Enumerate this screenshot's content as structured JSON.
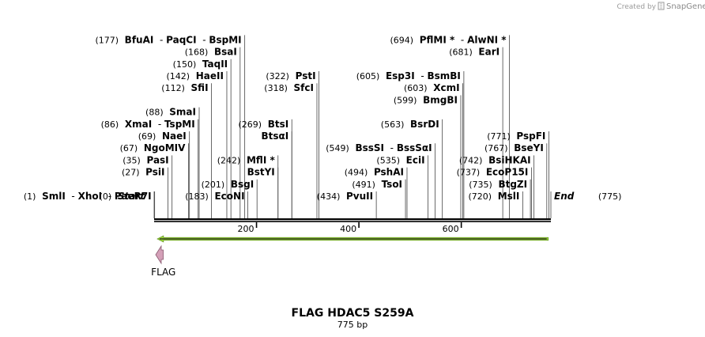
{
  "branding": {
    "created_by": "Created by",
    "name": "SnapGene"
  },
  "title": "FLAG HDAC5 S259A",
  "length_label": "775 bp",
  "sequence_length": 775,
  "scale_ticks": [
    {
      "bp": 200,
      "label": "200"
    },
    {
      "bp": 400,
      "label": "400"
    },
    {
      "bp": 600,
      "label": "600"
    }
  ],
  "ends": {
    "start": {
      "pos": "(0)",
      "name": "Start",
      "bp": 0
    },
    "end": {
      "pos": "(775)",
      "name": "End",
      "bp": 775
    }
  },
  "features": [
    {
      "name": "FLAG",
      "start": 0,
      "end": 24,
      "color": "#d4a0b8",
      "direction": "reverse"
    }
  ],
  "orf": {
    "start": 6,
    "end": 770,
    "color": "#9ad638",
    "direction": "reverse"
  },
  "sites": [
    {
      "pos": "(1)",
      "names": [
        "SmlI",
        "XhoI",
        "PaeR7I"
      ],
      "bp": 1,
      "row": 1,
      "side": "L"
    },
    {
      "pos": "(27)",
      "names": [
        "PsiI"
      ],
      "bp": 27,
      "row": 3,
      "side": "L"
    },
    {
      "pos": "(35)",
      "names": [
        "PasI"
      ],
      "bp": 35,
      "row": 4,
      "side": "L"
    },
    {
      "pos": "(67)",
      "names": [
        "NgoMIV"
      ],
      "bp": 67,
      "row": 5,
      "side": "L"
    },
    {
      "pos": "(69)",
      "names": [
        "NaeI"
      ],
      "bp": 69,
      "row": 6,
      "side": "L"
    },
    {
      "pos": "(86)",
      "names": [
        "XmaI",
        "TspMI"
      ],
      "bp": 86,
      "row": 7,
      "side": "L"
    },
    {
      "pos": "(88)",
      "names": [
        "SmaI"
      ],
      "bp": 88,
      "row": 8,
      "side": "L"
    },
    {
      "pos": "(112)",
      "names": [
        "SfiI"
      ],
      "bp": 112,
      "row": 10,
      "side": "L"
    },
    {
      "pos": "(142)",
      "names": [
        "HaeII"
      ],
      "bp": 142,
      "row": 11,
      "side": "L"
    },
    {
      "pos": "(150)",
      "names": [
        "TaqII"
      ],
      "bp": 150,
      "row": 12,
      "side": "L"
    },
    {
      "pos": "(168)",
      "names": [
        "BsaI"
      ],
      "bp": 168,
      "row": 13,
      "side": "L"
    },
    {
      "pos": "(177)",
      "names": [
        "BfuAI",
        "PaqCI",
        "BspMI"
      ],
      "bp": 177,
      "row": 14,
      "side": "L"
    },
    {
      "pos": "(183)",
      "names": [
        "EcoNI"
      ],
      "bp": 183,
      "row": 1,
      "side": "L"
    },
    {
      "pos": "(201)",
      "names": [
        "BsgI"
      ],
      "bp": 201,
      "row": 2,
      "side": "L"
    },
    {
      "pos": "(242)",
      "names": [
        "MflI *"
      ],
      "bp": 242,
      "row": 4,
      "side": "L"
    },
    {
      "pos": "",
      "names": [
        "BstYI"
      ],
      "bp": 242,
      "row": 3,
      "side": "L"
    },
    {
      "pos": "(269)",
      "names": [
        "BtsI"
      ],
      "bp": 269,
      "row": 7,
      "side": "L"
    },
    {
      "pos": "",
      "names": [
        "BtsαI"
      ],
      "bp": 269,
      "row": 6,
      "side": "L"
    },
    {
      "pos": "(318)",
      "names": [
        "SfcI"
      ],
      "bp": 318,
      "row": 10,
      "side": "L"
    },
    {
      "pos": "(322)",
      "names": [
        "PstI"
      ],
      "bp": 322,
      "row": 11,
      "side": "L"
    },
    {
      "pos": "(434)",
      "names": [
        "PvuII"
      ],
      "bp": 434,
      "row": 1,
      "side": "L"
    },
    {
      "pos": "(491)",
      "names": [
        "TsoI"
      ],
      "bp": 491,
      "row": 2,
      "side": "L"
    },
    {
      "pos": "(494)",
      "names": [
        "PshAI"
      ],
      "bp": 494,
      "row": 3,
      "side": "L"
    },
    {
      "pos": "(535)",
      "names": [
        "EciI"
      ],
      "bp": 535,
      "row": 4,
      "side": "L"
    },
    {
      "pos": "(549)",
      "names": [
        "BssSI",
        "BssSαI"
      ],
      "bp": 549,
      "row": 5,
      "side": "L"
    },
    {
      "pos": "(563)",
      "names": [
        "BsrDI"
      ],
      "bp": 563,
      "row": 7,
      "side": "L"
    },
    {
      "pos": "(599)",
      "names": [
        "BmgBI"
      ],
      "bp": 599,
      "row": 9,
      "side": "L"
    },
    {
      "pos": "(603)",
      "names": [
        "XcmI"
      ],
      "bp": 603,
      "row": 10,
      "side": "L"
    },
    {
      "pos": "(605)",
      "names": [
        "Esp3I",
        "BsmBI"
      ],
      "bp": 605,
      "row": 11,
      "side": "L"
    },
    {
      "pos": "(681)",
      "names": [
        "EarI"
      ],
      "bp": 681,
      "row": 13,
      "side": "L"
    },
    {
      "pos": "(694)",
      "names": [
        "PflMI *",
        "AlwNI *"
      ],
      "bp": 694,
      "row": 14,
      "side": "L"
    },
    {
      "pos": "(720)",
      "names": [
        "MslI"
      ],
      "bp": 720,
      "row": 1,
      "side": "L"
    },
    {
      "pos": "(735)",
      "names": [
        "BtgZI"
      ],
      "bp": 735,
      "row": 2,
      "side": "L"
    },
    {
      "pos": "(737)",
      "names": [
        "EcoP15I"
      ],
      "bp": 737,
      "row": 3,
      "side": "L"
    },
    {
      "pos": "(742)",
      "names": [
        "BsiHKAI"
      ],
      "bp": 742,
      "row": 4,
      "side": "L"
    },
    {
      "pos": "(767)",
      "names": [
        "BseYI"
      ],
      "bp": 767,
      "row": 5,
      "side": "L"
    },
    {
      "pos": "(771)",
      "names": [
        "PspFI"
      ],
      "bp": 771,
      "row": 6,
      "side": "L"
    }
  ]
}
